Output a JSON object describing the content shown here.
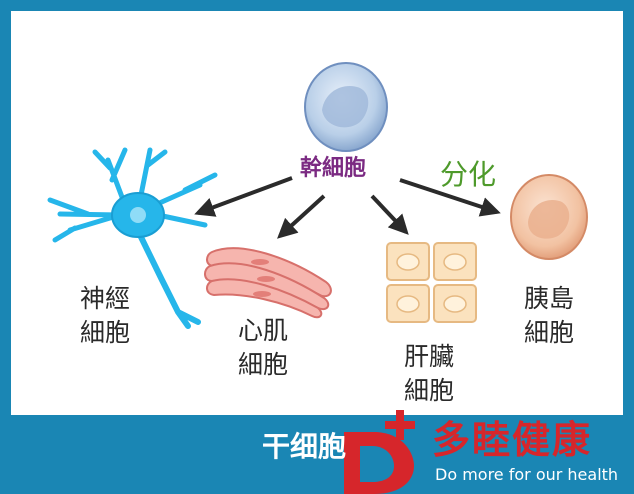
{
  "diagram": {
    "center_label": "幹細胞",
    "differentiation_label": "分化",
    "targets": [
      {
        "id": "nerve",
        "label_line1": "神經",
        "label_line2": "細胞"
      },
      {
        "id": "heart",
        "label_line1": "心肌",
        "label_line2": "細胞"
      },
      {
        "id": "liver",
        "label_line1": "肝臟",
        "label_line2": "細胞"
      },
      {
        "id": "islet",
        "label_line1": "胰島",
        "label_line2": "細胞"
      }
    ]
  },
  "footer": {
    "caption": "干细胞",
    "brand_name": "多睦健康",
    "slogan": "Do more for our health"
  },
  "colors": {
    "background_blue": "#1a86b4",
    "stem_label": "#7b2a82",
    "differentiation_label": "#4e9a2b",
    "brand_red": "#d6262b"
  }
}
